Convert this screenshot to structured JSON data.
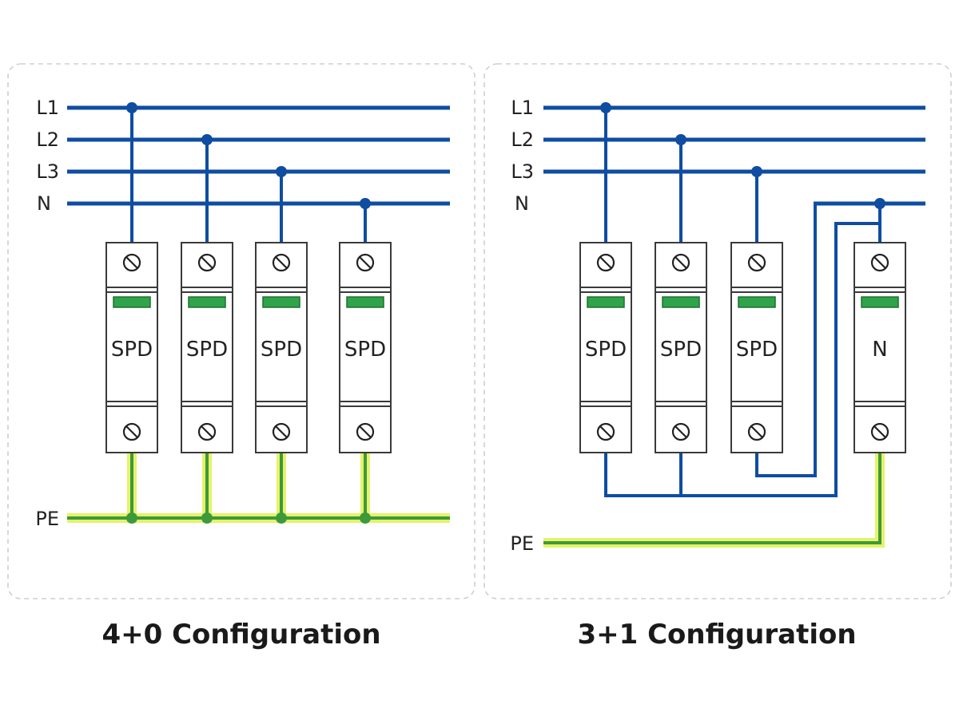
{
  "panels": [
    {
      "caption": "4+0 Configuration",
      "lines": [
        "L1",
        "L2",
        "L3",
        "N"
      ],
      "modules": [
        "SPD",
        "SPD",
        "SPD",
        "SPD"
      ],
      "pe_label": "PE"
    },
    {
      "caption": "3+1 Configuration",
      "lines": [
        "L1",
        "L2",
        "L3",
        "N"
      ],
      "modules": [
        "SPD",
        "SPD",
        "SPD",
        "N"
      ],
      "pe_label": "PE"
    }
  ]
}
